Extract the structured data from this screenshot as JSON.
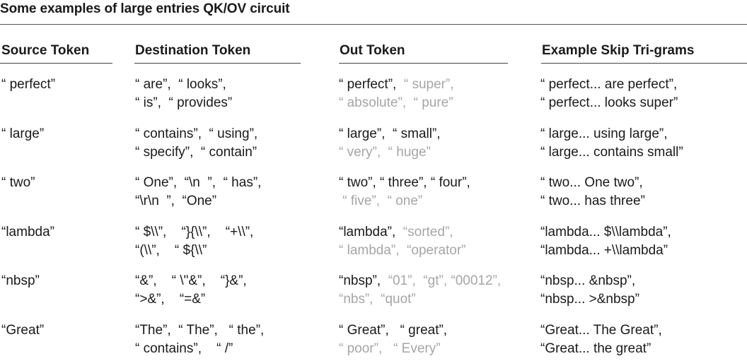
{
  "title": "Some examples of large entries QK/OV circuit",
  "headers": [
    "Source Token",
    "Destination Token",
    "Out Token",
    "Example Skip Tri-grams"
  ],
  "rows": [
    {
      "source": "“ perfect”",
      "dest": [
        [
          "“ are”,  “ looks”,"
        ],
        [
          "“ is”,  “ provides”"
        ]
      ],
      "out": [
        [
          {
            "t": "“ perfect”,",
            "c": "dark"
          },
          {
            "t": "  “ super”,",
            "c": "light"
          }
        ],
        [
          {
            "t": "“ absolute”,  “ pure”",
            "c": "light"
          }
        ]
      ],
      "tri": [
        "“ perfect... are perfect”,",
        "“ perfect... looks super”"
      ]
    },
    {
      "source": "“ large”",
      "dest": [
        [
          "“ contains”,  “ using”,"
        ],
        [
          "“ specify”,  “ contain”"
        ]
      ],
      "out": [
        [
          {
            "t": "“ large”,  “ small”,",
            "c": "dark"
          }
        ],
        [
          {
            "t": "“ very”,  “ huge”",
            "c": "light"
          }
        ]
      ],
      "tri": [
        "“ large... using large”,",
        "“ large... contains small”"
      ]
    },
    {
      "source": "“ two”",
      "dest": [
        [
          "“ One”,  “\\n  ”,  “ has”,"
        ],
        [
          "“\\r\\n  ”,  “One”"
        ]
      ],
      "out": [
        [
          {
            "t": "“ two”, “ three”, “ four”,",
            "c": "dark"
          }
        ],
        [
          {
            "t": " “ five”,  “ one”",
            "c": "light"
          }
        ]
      ],
      "tri": [
        "“ two... One two”,",
        "“ two... has three”"
      ]
    },
    {
      "source": "“lambda”",
      "dest": [
        [
          "“ $\\\\”,    “}{\\\\”,    “+\\\\”,"
        ],
        [
          "“(\\\\”,    “ ${\\\\”"
        ]
      ],
      "out": [
        [
          {
            "t": "“lambda”,",
            "c": "dark"
          },
          {
            "t": "  “sorted”,",
            "c": "light"
          }
        ],
        [
          {
            "t": "“ lambda”,  “operator”",
            "c": "light"
          }
        ]
      ],
      "tri": [
        "“lambda... $\\\\lambda”,",
        "“lambda... +\\\\lambda”"
      ]
    },
    {
      "source": "“nbsp”",
      "dest": [
        [
          "“&”,    “ \\\"&”,    “}&”,"
        ],
        [
          "“>&”,    “=&”"
        ]
      ],
      "out": [
        [
          {
            "t": "“nbsp”,",
            "c": "dark"
          },
          {
            "t": "  “01”,  “gt”, “00012”,",
            "c": "light"
          }
        ],
        [
          {
            "t": "“nbs”,  “quot”",
            "c": "light"
          }
        ]
      ],
      "tri": [
        "“nbsp... &nbsp”,",
        "“nbsp... >&nbsp”"
      ]
    },
    {
      "source": "“Great”",
      "dest": [
        [
          "“The”,  “ The”,   “ the”,"
        ],
        [
          "“ contains”,    “ /”"
        ]
      ],
      "out": [
        [
          {
            "t": "“ Great”,   “ great”,",
            "c": "dark"
          }
        ],
        [
          {
            "t": "“ poor”,   “ Every”",
            "c": "light"
          }
        ]
      ],
      "tri": [
        "“Great... The Great”,",
        "“Great... the great”"
      ]
    }
  ]
}
